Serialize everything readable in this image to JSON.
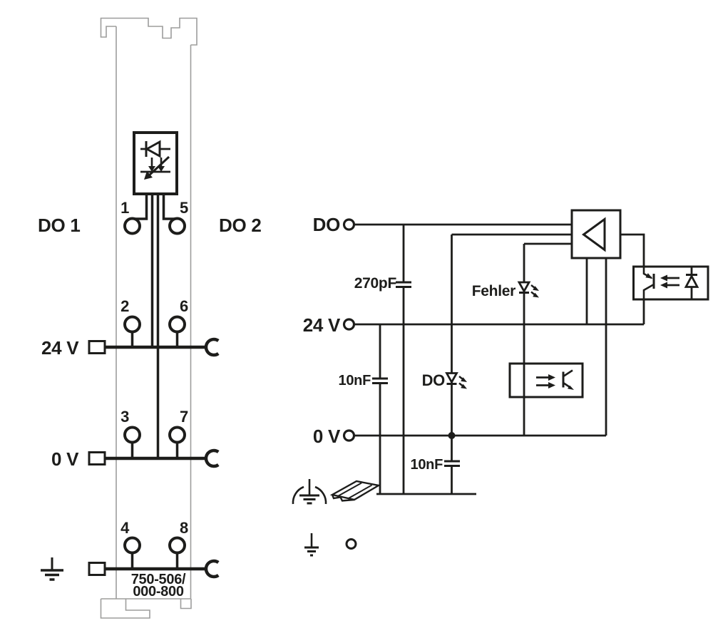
{
  "module": {
    "label_do1": "DO 1",
    "label_do2": "DO 2",
    "label_24v": "24 V",
    "label_0v": "0 V",
    "part_number_line1": "750-506/",
    "part_number_line2": "000-800",
    "terminal_numbers": [
      "1",
      "5",
      "2",
      "6",
      "3",
      "7",
      "4",
      "8"
    ]
  },
  "schematic": {
    "label_do": "DO",
    "label_24v": "24 V",
    "label_0v": "0 V",
    "cap_do_shield": "270pF",
    "cap_24v_shield": "10nF",
    "cap_0v_shield": "10nF",
    "led_error_label": "Fehler",
    "led_do_label": "DO"
  },
  "colors": {
    "ink": "#1d1d1b",
    "module_outline": "#9d9d9c",
    "background": "#ffffff"
  }
}
